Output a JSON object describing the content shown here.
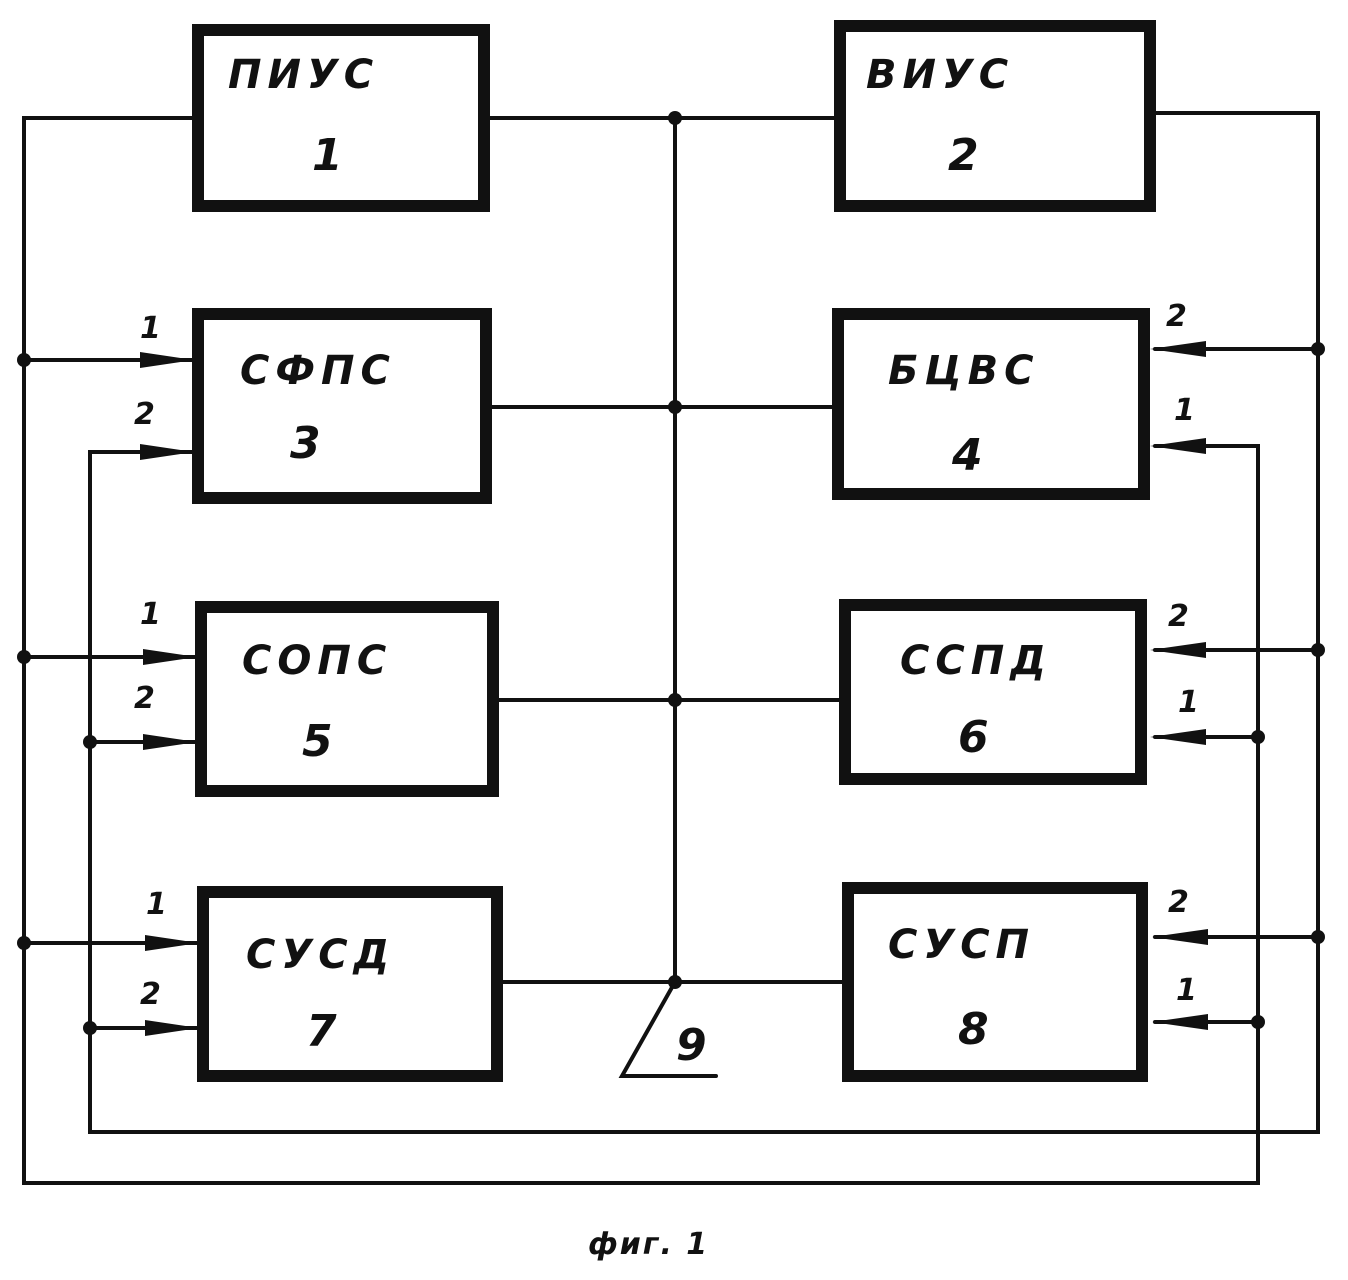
{
  "blocks": {
    "b1": {
      "name": "ПИУС",
      "number": "1"
    },
    "b2": {
      "name": "ВИУС",
      "number": "2"
    },
    "b3": {
      "name": "СФПС",
      "number": "3"
    },
    "b4": {
      "name": "БЦВС",
      "number": "4"
    },
    "b5": {
      "name": "СОПС",
      "number": "5"
    },
    "b6": {
      "name": "ССПД",
      "number": "6"
    },
    "b7": {
      "name": "СУСД",
      "number": "7"
    },
    "b8": {
      "name": "СУСП",
      "number": "8"
    }
  },
  "ports": {
    "one": "1",
    "two": "2"
  },
  "bus_label": "9",
  "caption": "фиг. 1"
}
